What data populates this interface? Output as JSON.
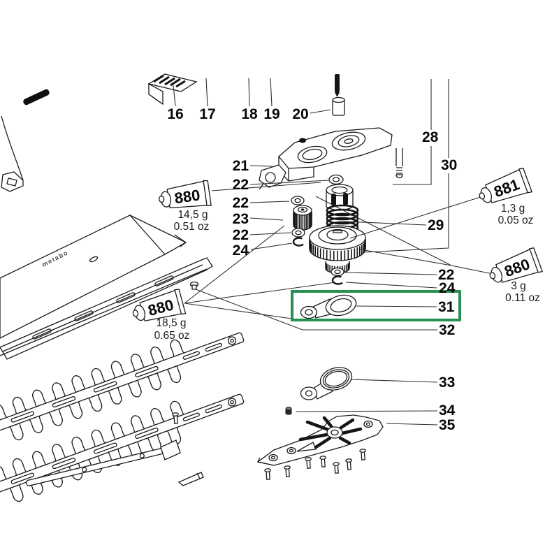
{
  "diagram": {
    "type": "exploded-parts-diagram",
    "subject": "hedge-trimmer cutter bar and gear drive",
    "brand_mark": "metabo",
    "highlight": {
      "part": "31",
      "color": "#28914f"
    },
    "top_labels": {
      "n16": "16",
      "n17": "17",
      "n18": "18",
      "n19": "19",
      "n20": "20"
    },
    "left_labels": {
      "n21": "21",
      "n22a": "22",
      "n22b": "22",
      "n23": "23",
      "n22c": "22",
      "n24a": "24"
    },
    "right_labels": {
      "n28": "28",
      "n30": "30",
      "n29": "29",
      "n22d": "22",
      "n24b": "24",
      "n31": "31",
      "n32": "32",
      "n33": "33",
      "n34": "34",
      "n35": "35"
    },
    "grease_tubes": {
      "t145": {
        "code": "880",
        "grams": "14,5 g",
        "ounces": "0.51 oz"
      },
      "t13": {
        "code": "881",
        "grams": "1,3 g",
        "ounces": "0.05 oz"
      },
      "t3": {
        "code": "880",
        "grams": "3 g",
        "ounces": "0.11 oz"
      },
      "t185": {
        "code": "880",
        "grams": "18,5 g",
        "ounces": "0.65 oz"
      }
    }
  }
}
